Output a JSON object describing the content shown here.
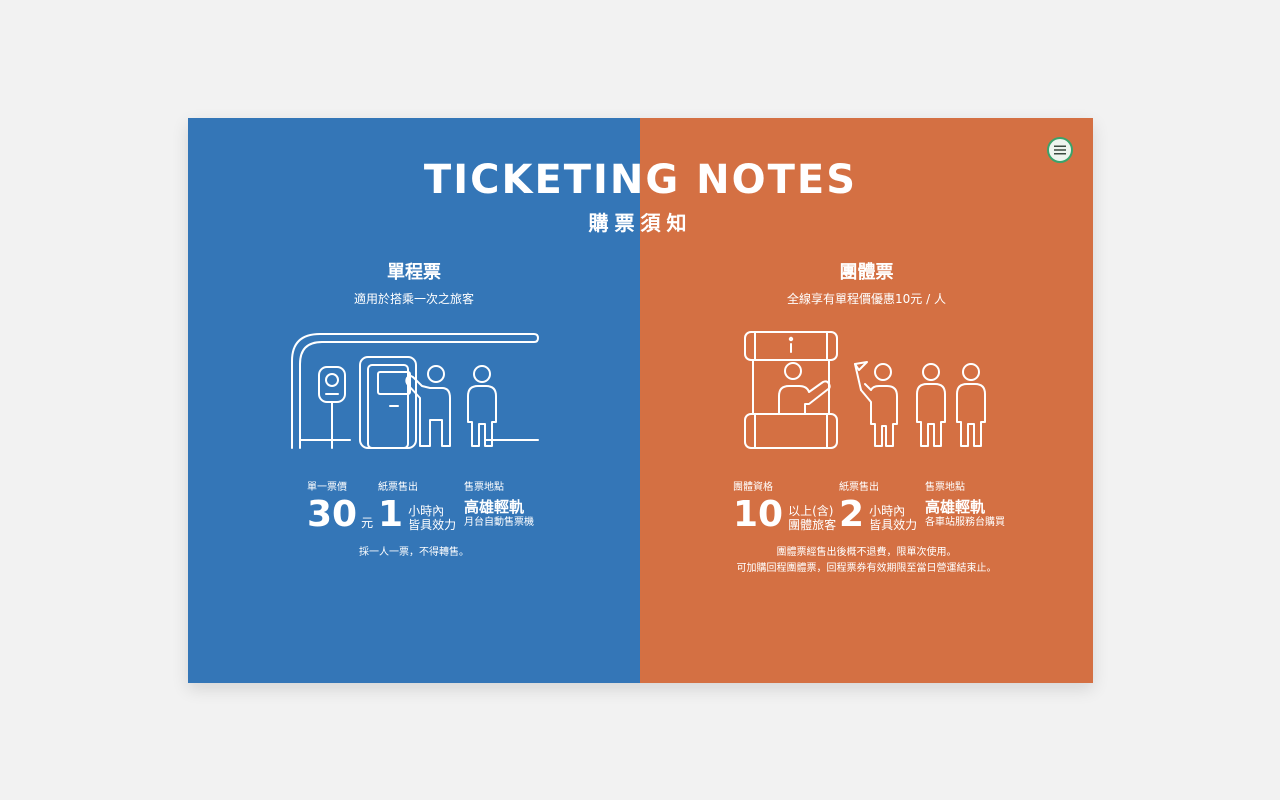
{
  "header": {
    "title": "TICKETING NOTES",
    "subtitle": "購票須知"
  },
  "menu": {
    "icon": "hamburger-menu-icon"
  },
  "colors": {
    "left_panel": "#3476b7",
    "right_panel": "#d47043",
    "menu_ring": "#3aa36b"
  },
  "single_ticket": {
    "name": "單程票",
    "description": "適用於搭乘一次之旅客",
    "illustration_icon": "ticket-machine-illustration-icon",
    "price": {
      "label": "單一票價",
      "number": "30",
      "unit": "元"
    },
    "validity": {
      "label": "紙票售出",
      "number": "1",
      "line1": "小時內",
      "line2": "皆具效力"
    },
    "place": {
      "label": "售票地點",
      "title": "高雄輕軌",
      "sub": "月台自動售票機"
    },
    "note": "採一人一票，不得轉售。"
  },
  "group_ticket": {
    "name": "團體票",
    "description": "全線享有單程價優惠10元 / 人",
    "illustration_icon": "service-counter-group-illustration-icon",
    "qualification": {
      "label": "團體資格",
      "number": "10",
      "line1": "以上(含)",
      "line2": "團體旅客"
    },
    "validity": {
      "label": "紙票售出",
      "number": "2",
      "line1": "小時內",
      "line2": "皆具效力"
    },
    "place": {
      "label": "售票地點",
      "title": "高雄輕軌",
      "sub": "各車站服務台購買"
    },
    "note_line1": "團體票經售出後概不退費，限單次使用。",
    "note_line2": "可加購回程團體票，回程票券有效期限至當日營運結束止。"
  }
}
